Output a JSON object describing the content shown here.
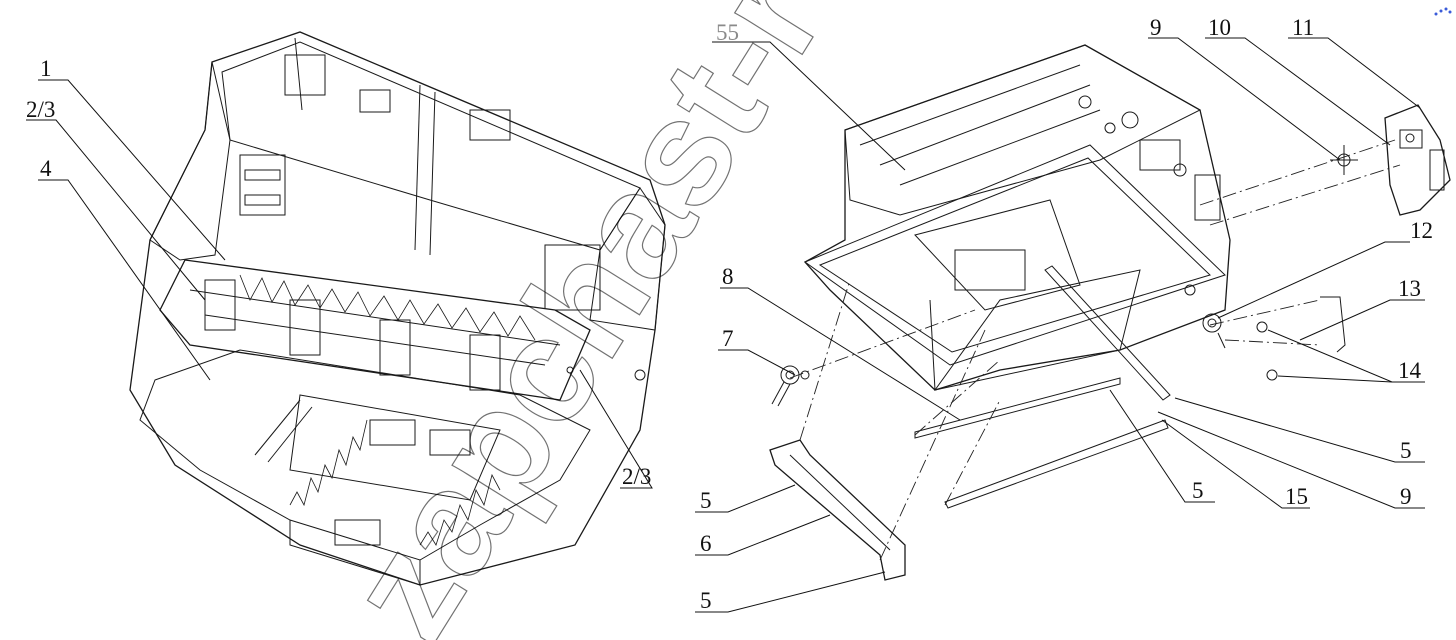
{
  "callouts": {
    "c1": "1",
    "c2": "2/3",
    "c4": "4",
    "c23b": "2/3",
    "c55": "55",
    "c9a": "9",
    "c10": "10",
    "c11": "11",
    "c12": "12",
    "c13": "13",
    "c14": "14",
    "c8": "8",
    "c7": "7",
    "c5a": "5",
    "c5b": "5",
    "c15": "15",
    "c9b": "9",
    "c5c": "5",
    "c6": "6",
    "c5d": "5"
  },
  "watermark": "zapchast-ru"
}
